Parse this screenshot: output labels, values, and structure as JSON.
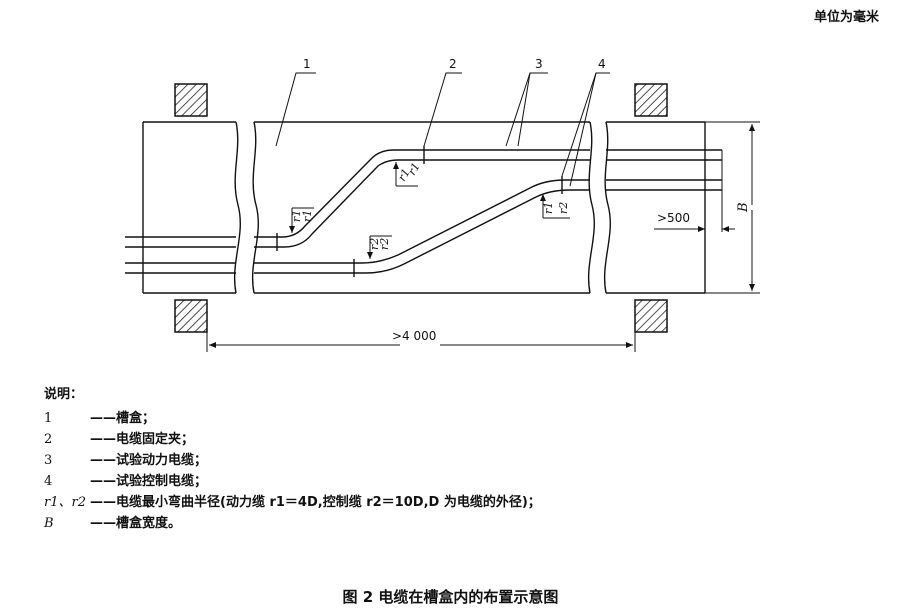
{
  "header": {
    "unit_note": "单位为毫米"
  },
  "diagram": {
    "callouts": [
      "1",
      "2",
      "3",
      "4"
    ],
    "radius_labels": {
      "r1": "r1",
      "r2": "r2"
    },
    "dimensions": {
      "length": ">4 000",
      "offset": ">500",
      "width": "B"
    }
  },
  "legend": {
    "title": "说明：",
    "items": [
      {
        "key": "1",
        "text": "——槽盒；"
      },
      {
        "key": "2",
        "text": "——电缆固定夹；"
      },
      {
        "key": "3",
        "text": "——试验动力电缆；"
      },
      {
        "key": "4",
        "text": "——试验控制电缆；"
      },
      {
        "key": "r1、r2",
        "text": "——电缆最小弯曲半径(动力缆 r1＝4D,控制缆 r2＝10D,D 为电缆的外径)；"
      },
      {
        "key": "B",
        "text": "——槽盒宽度。"
      }
    ]
  },
  "caption": "图 2   电缆在槽盒内的布置示意图"
}
